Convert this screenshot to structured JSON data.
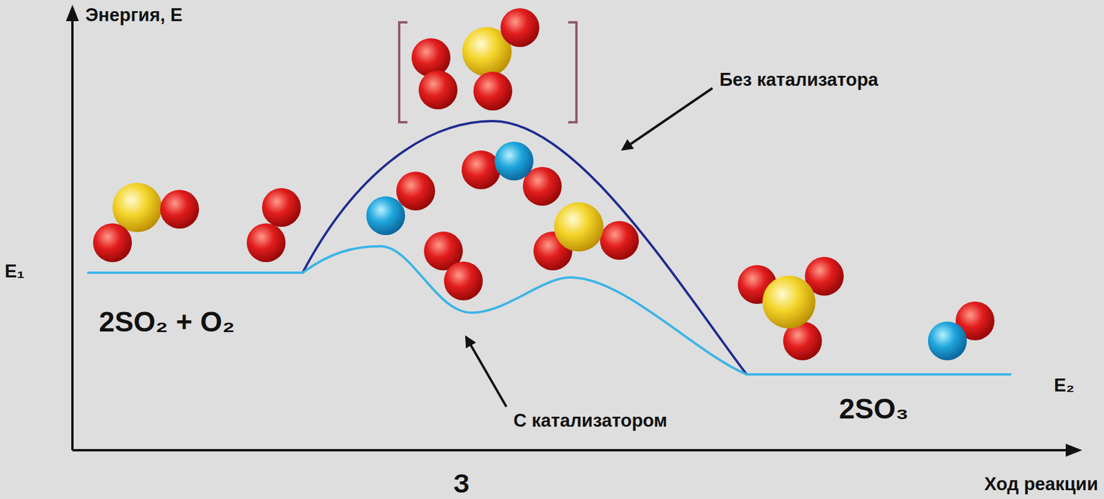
{
  "diagram": {
    "labels": [
      "Энергия, E",
      "Без катализатора",
      "E₁",
      "2SO₂ + O₂",
      "С катализатором",
      "2SO₃",
      "E₂",
      "Ход реакции",
      "З"
    ]
  }
}
